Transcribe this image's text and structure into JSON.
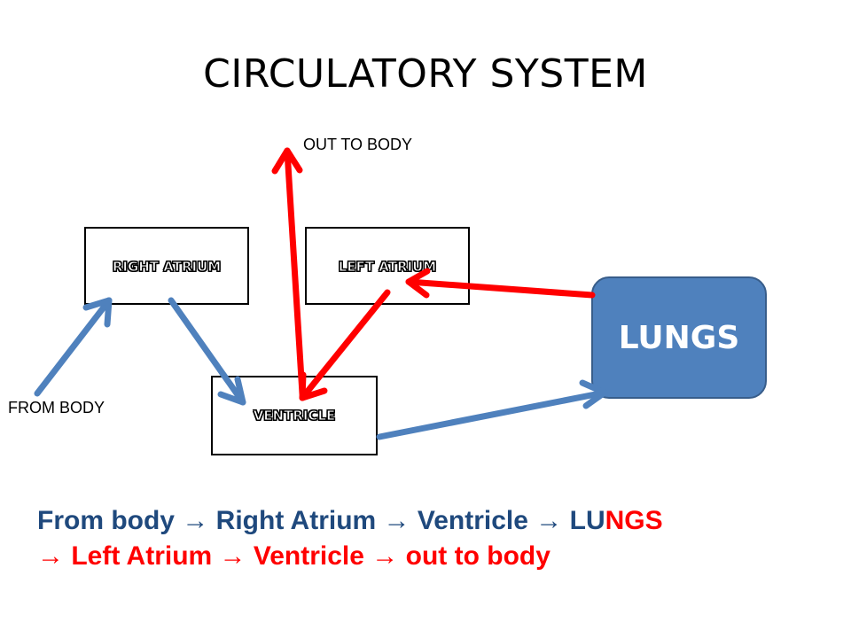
{
  "title": "CIRCULATORY SYSTEM",
  "boxes": {
    "right_atrium": "RIGHT ATRIUM",
    "left_atrium": "LEFT ATRIUM",
    "ventricle": "VENTRICLE",
    "lungs": "LUNGS"
  },
  "labels": {
    "out_to_body": "OUT TO BODY",
    "from_body": "FROM BODY"
  },
  "summary": {
    "line1_blue_a": "From body ",
    "line1_blue_b": " Right Atrium ",
    "line1_blue_c": " Ventricle ",
    "line1_blue_d": " LU",
    "line1_red": "NGS",
    "line2_a": " Left Atrium ",
    "line2_b": " Ventricle ",
    "line2_c": " out to body",
    "arrow": "→"
  },
  "colors": {
    "blue_arrow": "#4f81bd",
    "red_arrow": "#ff0000",
    "summary_blue": "#1f497d",
    "summary_red": "#ff0000",
    "lungs_fill": "#4f81bd"
  }
}
